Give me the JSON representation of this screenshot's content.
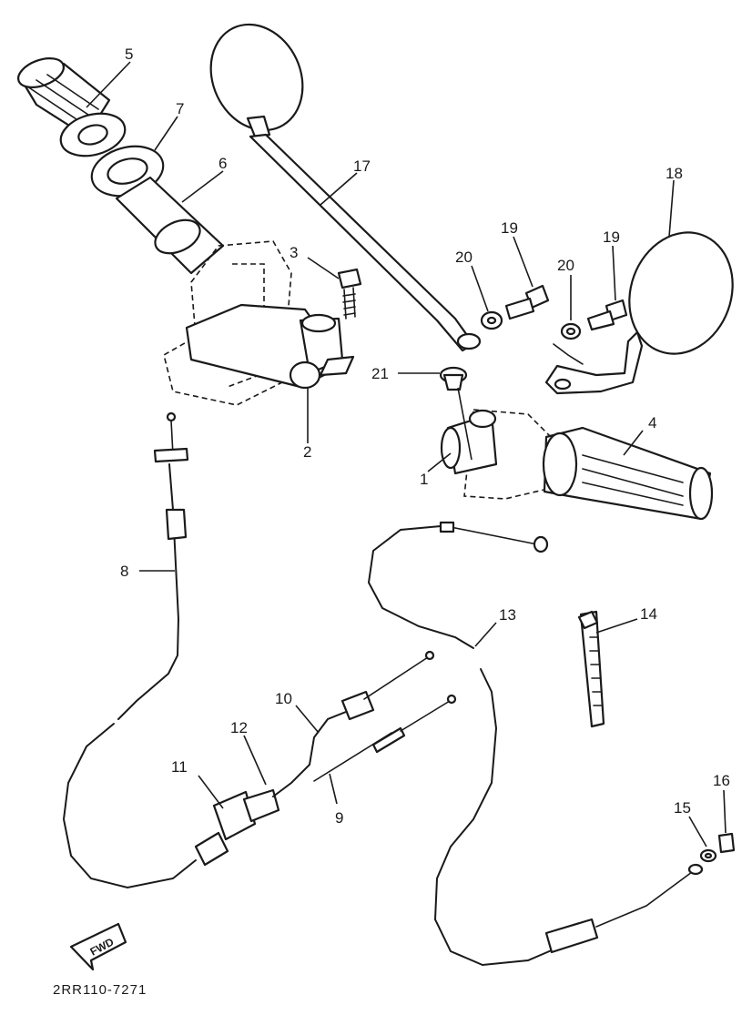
{
  "diagram": {
    "callouts": [
      "1",
      "2",
      "3",
      "4",
      "5",
      "6",
      "7",
      "8",
      "9",
      "10",
      "11",
      "12",
      "13",
      "14",
      "15",
      "16",
      "17",
      "18",
      "19",
      "19",
      "20",
      "20",
      "21"
    ],
    "direction_arrow": "FWD",
    "drawing_code": "2RR110-7271"
  }
}
